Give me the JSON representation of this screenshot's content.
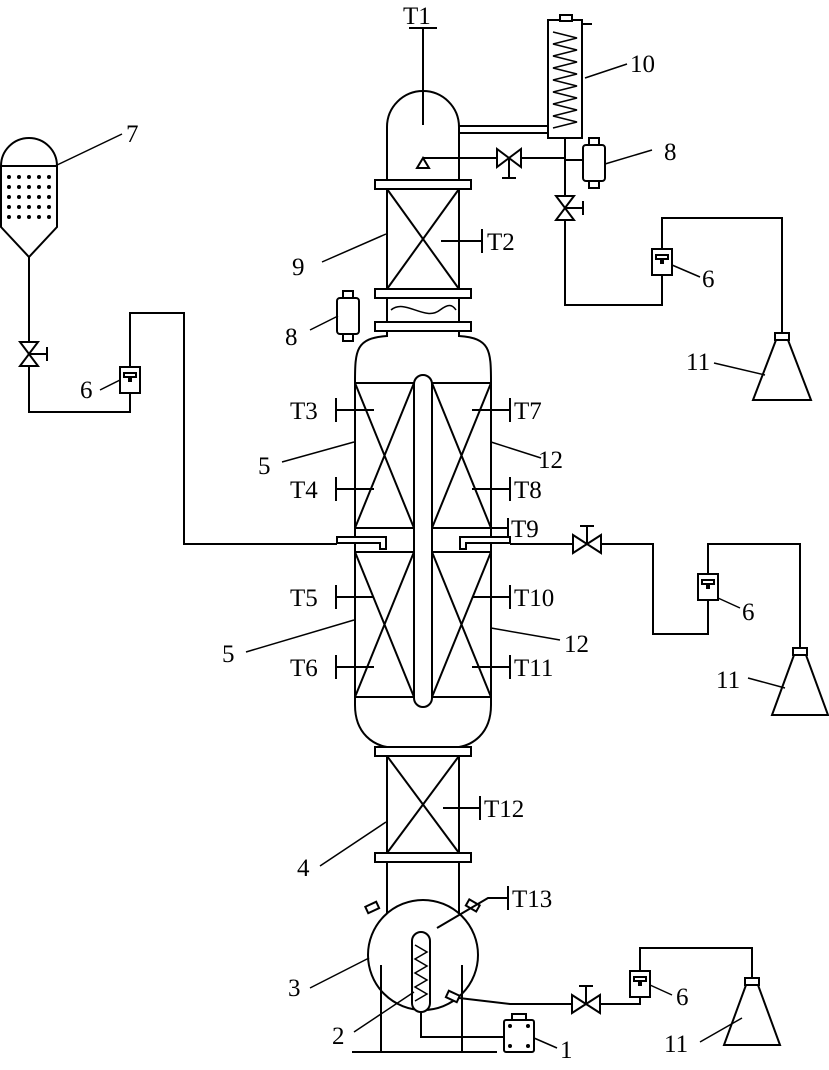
{
  "labels": {
    "T1": "T1",
    "T2": "T2",
    "T3": "T3",
    "T4": "T4",
    "T5": "T5",
    "T6": "T6",
    "T7": "T7",
    "T8": "T8",
    "T9": "T9",
    "T10": "T10",
    "T11": "T11",
    "T12": "T12",
    "T13": "T13",
    "n1": "1",
    "n2": "2",
    "n3": "3",
    "n4": "4",
    "n5a": "5",
    "n5b": "5",
    "n6a": "6",
    "n6b": "6",
    "n6c": "6",
    "n6d": "6",
    "n7": "7",
    "n8a": "8",
    "n8b": "8",
    "n9": "9",
    "n10": "10",
    "n11a": "11",
    "n11b": "11",
    "n11c": "11",
    "n12a": "12",
    "n12b": "12"
  }
}
